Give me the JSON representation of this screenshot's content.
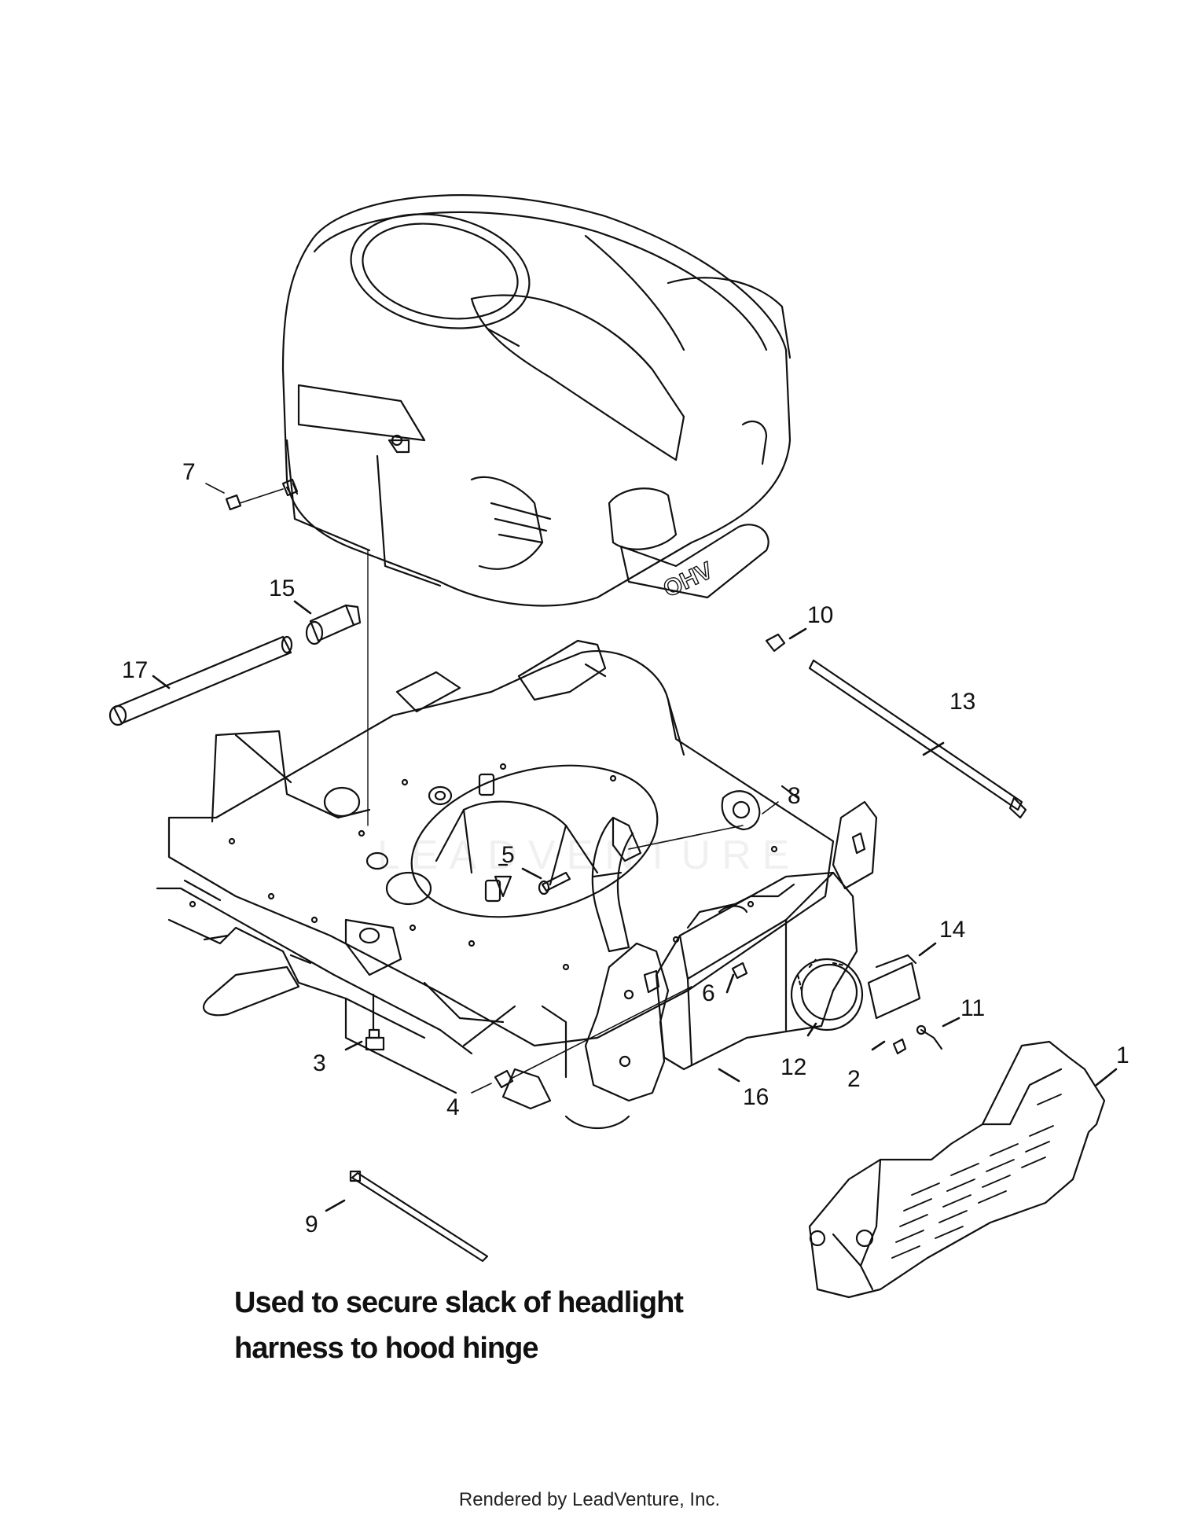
{
  "callouts": {
    "c1": "1",
    "c2": "2",
    "c3": "3",
    "c4": "4",
    "c5": "5",
    "c6": "6",
    "c7": "7",
    "c8": "8",
    "c9": "9",
    "c10": "10",
    "c11": "11",
    "c12": "12",
    "c13": "13",
    "c14": "14",
    "c15": "15",
    "c16": "16",
    "c17": "17"
  },
  "note": {
    "line1": "Used to secure slack of headlight",
    "line2": "harness to hood hinge"
  },
  "engine_label": "OHV",
  "watermark": "LEADVENTURE",
  "footer": "Rendered by LeadVenture, Inc.",
  "colors": {
    "ink": "#111111",
    "background": "#ffffff"
  }
}
